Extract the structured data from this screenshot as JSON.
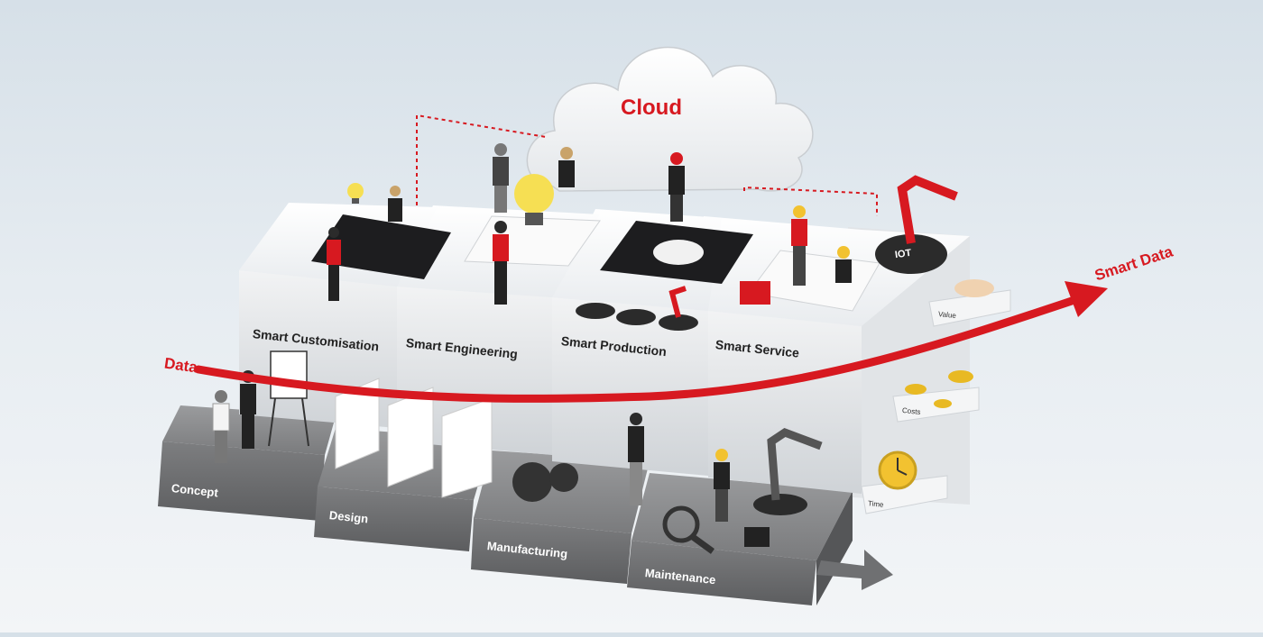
{
  "cloud": {
    "label": "Cloud"
  },
  "flow": {
    "data_label": "Data",
    "smart_data_label": "Smart Data"
  },
  "smart_blocks": [
    {
      "label": "Smart Customisation"
    },
    {
      "label": "Smart Engineering"
    },
    {
      "label": "Smart Production"
    },
    {
      "label": "Smart Service"
    }
  ],
  "base_blocks": [
    {
      "label": "Concept"
    },
    {
      "label": "Design"
    },
    {
      "label": "Manufacturing"
    },
    {
      "label": "Maintenance"
    }
  ],
  "side_items": [
    {
      "label": "Value"
    },
    {
      "label": "Costs"
    },
    {
      "label": "Time"
    }
  ],
  "robot_badge": {
    "label": "IOT"
  },
  "colors": {
    "accent_red": "#d71920",
    "base_gray": "#6d6e70",
    "block_white": "#f4f5f6"
  }
}
